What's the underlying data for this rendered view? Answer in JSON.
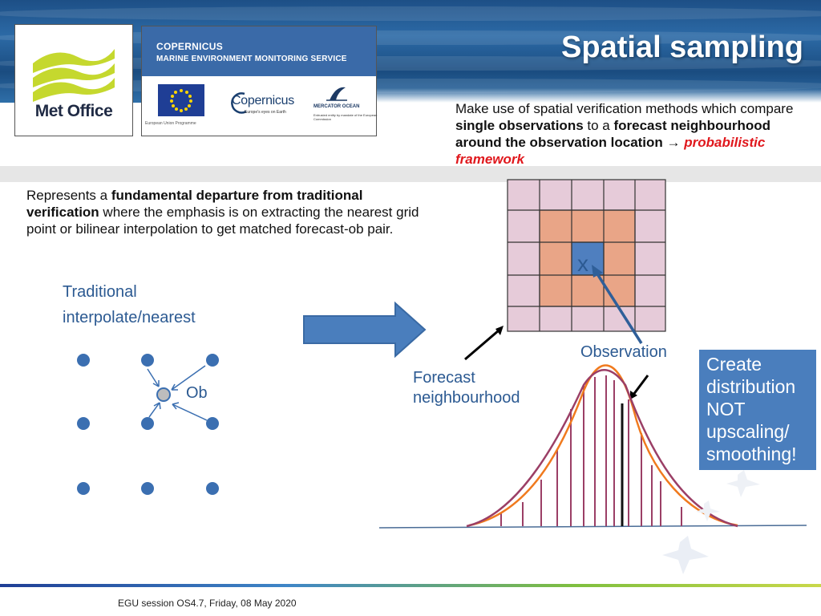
{
  "header": {
    "title": "Spatial sampling"
  },
  "logos": {
    "met_office": "Met Office",
    "copernicus_line1": "COPERNICUS",
    "copernicus_line2": "MARINE ENVIRONMENT MONITORING SERVICE",
    "eu_caption": "European Union Programme",
    "copernicus_word": "Copernicus",
    "copernicus_tagline": "Europe's eyes on Earth",
    "mercator_word": "MERCATOR OCEAN",
    "mercator_caption": "Entrusted entity by mandate of the European Commission"
  },
  "intro": {
    "p1": "Make use of spatial verification methods which compare ",
    "b1": "single observations",
    "p2": " to a ",
    "b2": "forecast neighbourhood around the observation location",
    "arrow": " → ",
    "highlight": "probabilistic framework"
  },
  "body": {
    "p1": "Represents a ",
    "b1": "fundamental departure from traditional verification",
    "p2": " where the emphasis is on extracting the nearest grid point or bilinear interpolation to get matched forecast-ob pair."
  },
  "labels": {
    "traditional": "Traditional",
    "interpolate": "interpolate/nearest",
    "ob": "Ob",
    "grid_x": "x",
    "observation": "Observation",
    "forecast": "Forecast",
    "neighbourhood": "neighbourhood"
  },
  "callout": {
    "line1": "Create",
    "line2": "distribution",
    "line3": "NOT",
    "line4": "upscaling/",
    "line5": "smoothing!"
  },
  "footer": {
    "text": "EGU session OS4.7, Friday, 08 May 2020"
  },
  "colors": {
    "title": "#ffffff",
    "highlight": "#e0181d",
    "label_blue": "#2c5a92",
    "dot_blue": "#3b6fb1",
    "grid_outer": "#e6cbd9",
    "grid_inner": "#e9a587",
    "grid_center": "#4f7fbf",
    "callout": "#4a7ebd",
    "curve": "#9b3f66",
    "bars": "#9b3f66",
    "orange": "#f07a1e"
  }
}
